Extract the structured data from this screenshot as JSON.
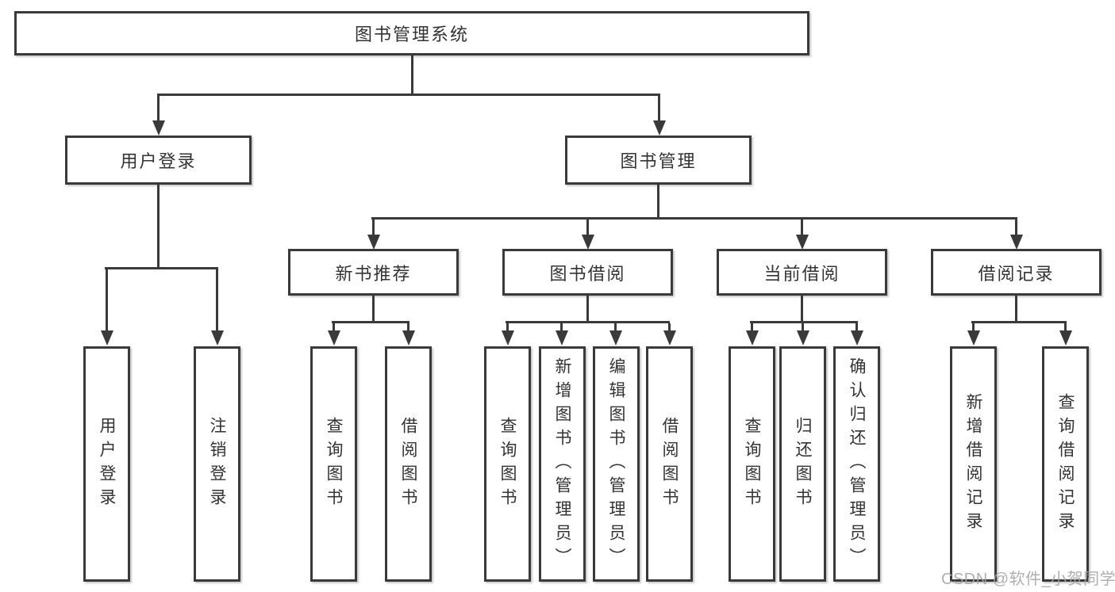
{
  "diagram": {
    "root": {
      "label": "图书管理系统"
    },
    "branches": [
      {
        "label": "用户登录",
        "children": [
          "用户登录",
          "注销登录"
        ]
      },
      {
        "label": "图书管理",
        "groups": [
          {
            "label": "新书推荐",
            "children": [
              "查询图书",
              "借阅图书"
            ]
          },
          {
            "label": "图书借阅",
            "children": [
              "查询图书",
              "新增图书（管理员）",
              "编辑图书（管理员）",
              "借阅图书"
            ]
          },
          {
            "label": "当前借阅",
            "children": [
              "查询图书",
              "归还图书",
              "确认归还（管理员）"
            ]
          },
          {
            "label": "借阅记录",
            "children": [
              "新增借阅记录",
              "查询借阅记录"
            ]
          }
        ]
      }
    ]
  },
  "watermark": {
    "text": "CSDN @软件_小贺同学"
  },
  "colors": {
    "line": "#3a3a3a",
    "text": "#333333",
    "background": "#ffffff",
    "watermark": "#a6a6a6"
  }
}
